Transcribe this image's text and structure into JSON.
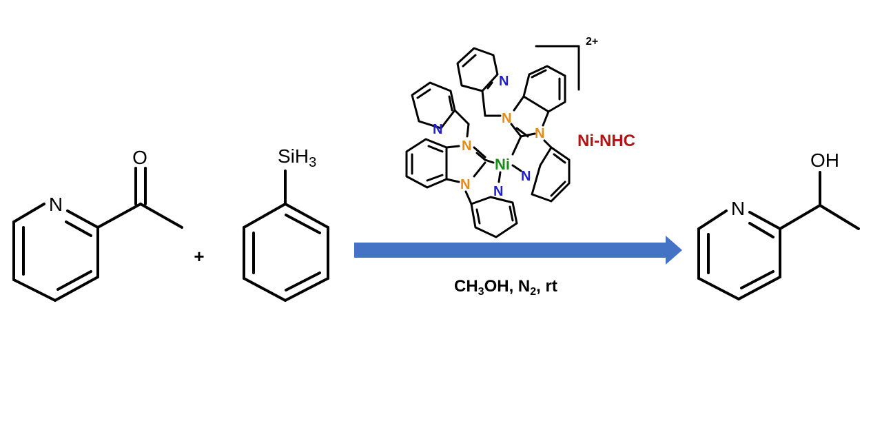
{
  "reactant1": {
    "atoms": {
      "n": "N",
      "o": "O"
    }
  },
  "plus_sign": "+",
  "reactant2": {
    "atoms": {
      "si": "SiH",
      "si_sub": "3"
    }
  },
  "catalyst": {
    "label": "Ni-NHC",
    "charge": "2+",
    "atoms": {
      "ni": "Ni",
      "n": "N"
    }
  },
  "conditions": {
    "part1": "CH",
    "sub1": "3",
    "part2": "OH,  N",
    "sub2": "2",
    "part3": ", rt"
  },
  "product": {
    "atoms": {
      "n": "N",
      "oh": "OH"
    }
  },
  "colors": {
    "arrow": "#4472c4",
    "nitrogen_pyridine": "#1f1fcf",
    "nitrogen_nhc": "#e88a14",
    "nickel": "#1a8c1a",
    "label": "#b01414"
  }
}
